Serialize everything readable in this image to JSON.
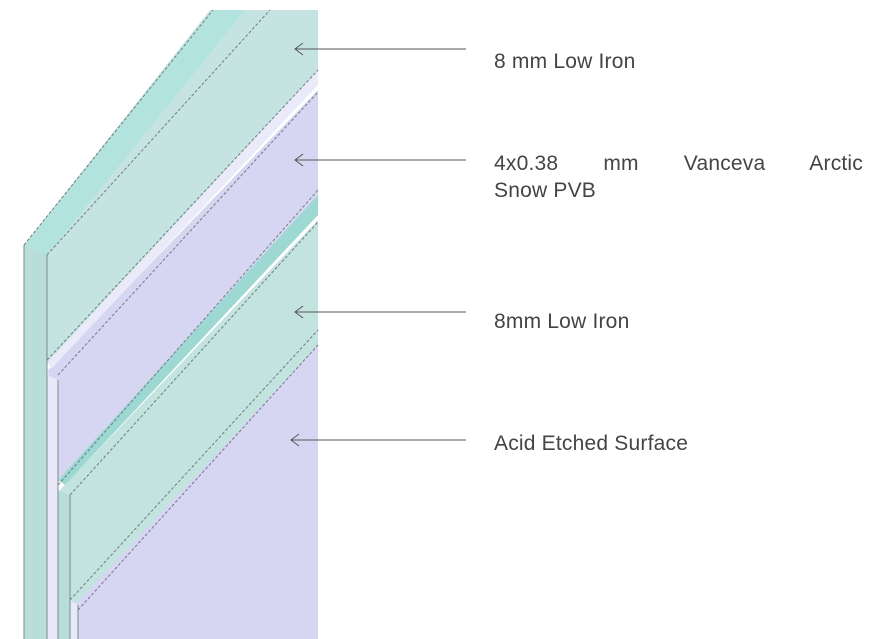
{
  "labels": {
    "outer_glass": "8 mm Low Iron",
    "interlayer_line1": "4x0.38 mm Vanceva Arctic",
    "interlayer_line2": "Snow PVB",
    "inner_glass": "8mm Low Iron",
    "surface": "Acid Etched Surface"
  },
  "colors": {
    "glass_face": "#c5e4e1",
    "glass_edge": "#b3dfd9",
    "glass_bevel": "#9fd0cb",
    "pvb_face": "#d6d6f2",
    "pvb_edge": "#e9e9f8",
    "outline": "#6f7c84",
    "leader": "#555555",
    "text": "#444444"
  }
}
